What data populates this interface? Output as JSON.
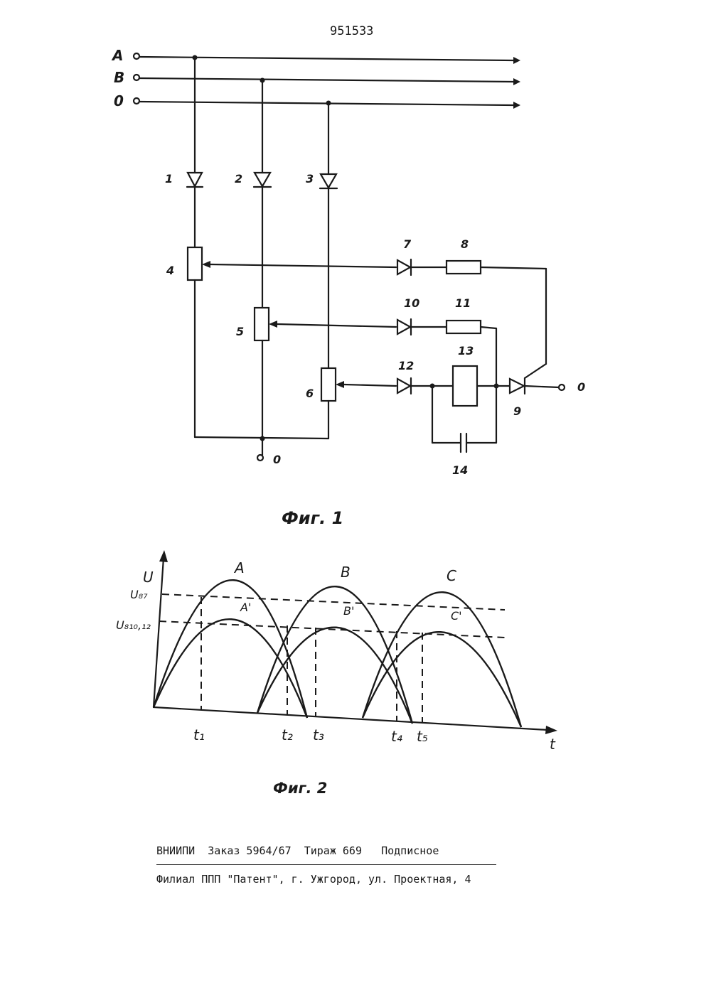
{
  "header": {
    "patent_number": "951533"
  },
  "figure1": {
    "caption": "Фиг. 1",
    "phase_labels": {
      "a": "A",
      "b": "B",
      "zero": "0"
    },
    "component_labels": {
      "d1": "1",
      "d2": "2",
      "d3": "3",
      "r4": "4",
      "r5": "5",
      "r6": "6",
      "d7": "7",
      "r8": "8",
      "t9": "9",
      "d10": "10",
      "r11": "11",
      "d12": "12",
      "relay13": "13",
      "cap14": "14"
    },
    "ground_label_bottom": "0",
    "ground_label_right": "0"
  },
  "figure2": {
    "caption": "Фиг. 2",
    "y_axis_label": "U",
    "x_axis_label": "t",
    "threshold_labels": {
      "u87": "U₈₇",
      "u81012": "U₈₁₀,₁₂"
    },
    "curve_labels": {
      "a": "A",
      "a_prime": "A'",
      "b": "B",
      "b_prime": "B'",
      "c": "C",
      "c_prime": "C'"
    },
    "time_labels": {
      "t1": "t₁",
      "t2": "t₂",
      "t3": "t₃",
      "t4": "t₄",
      "t5": "t₅"
    }
  },
  "footer": {
    "line1": "ВНИИПИ  Заказ 5964/67  Тираж 669   Подписное",
    "line2": "Филиал ППП \"Патент\", г. Ужгород, ул. Проектная, 4"
  }
}
